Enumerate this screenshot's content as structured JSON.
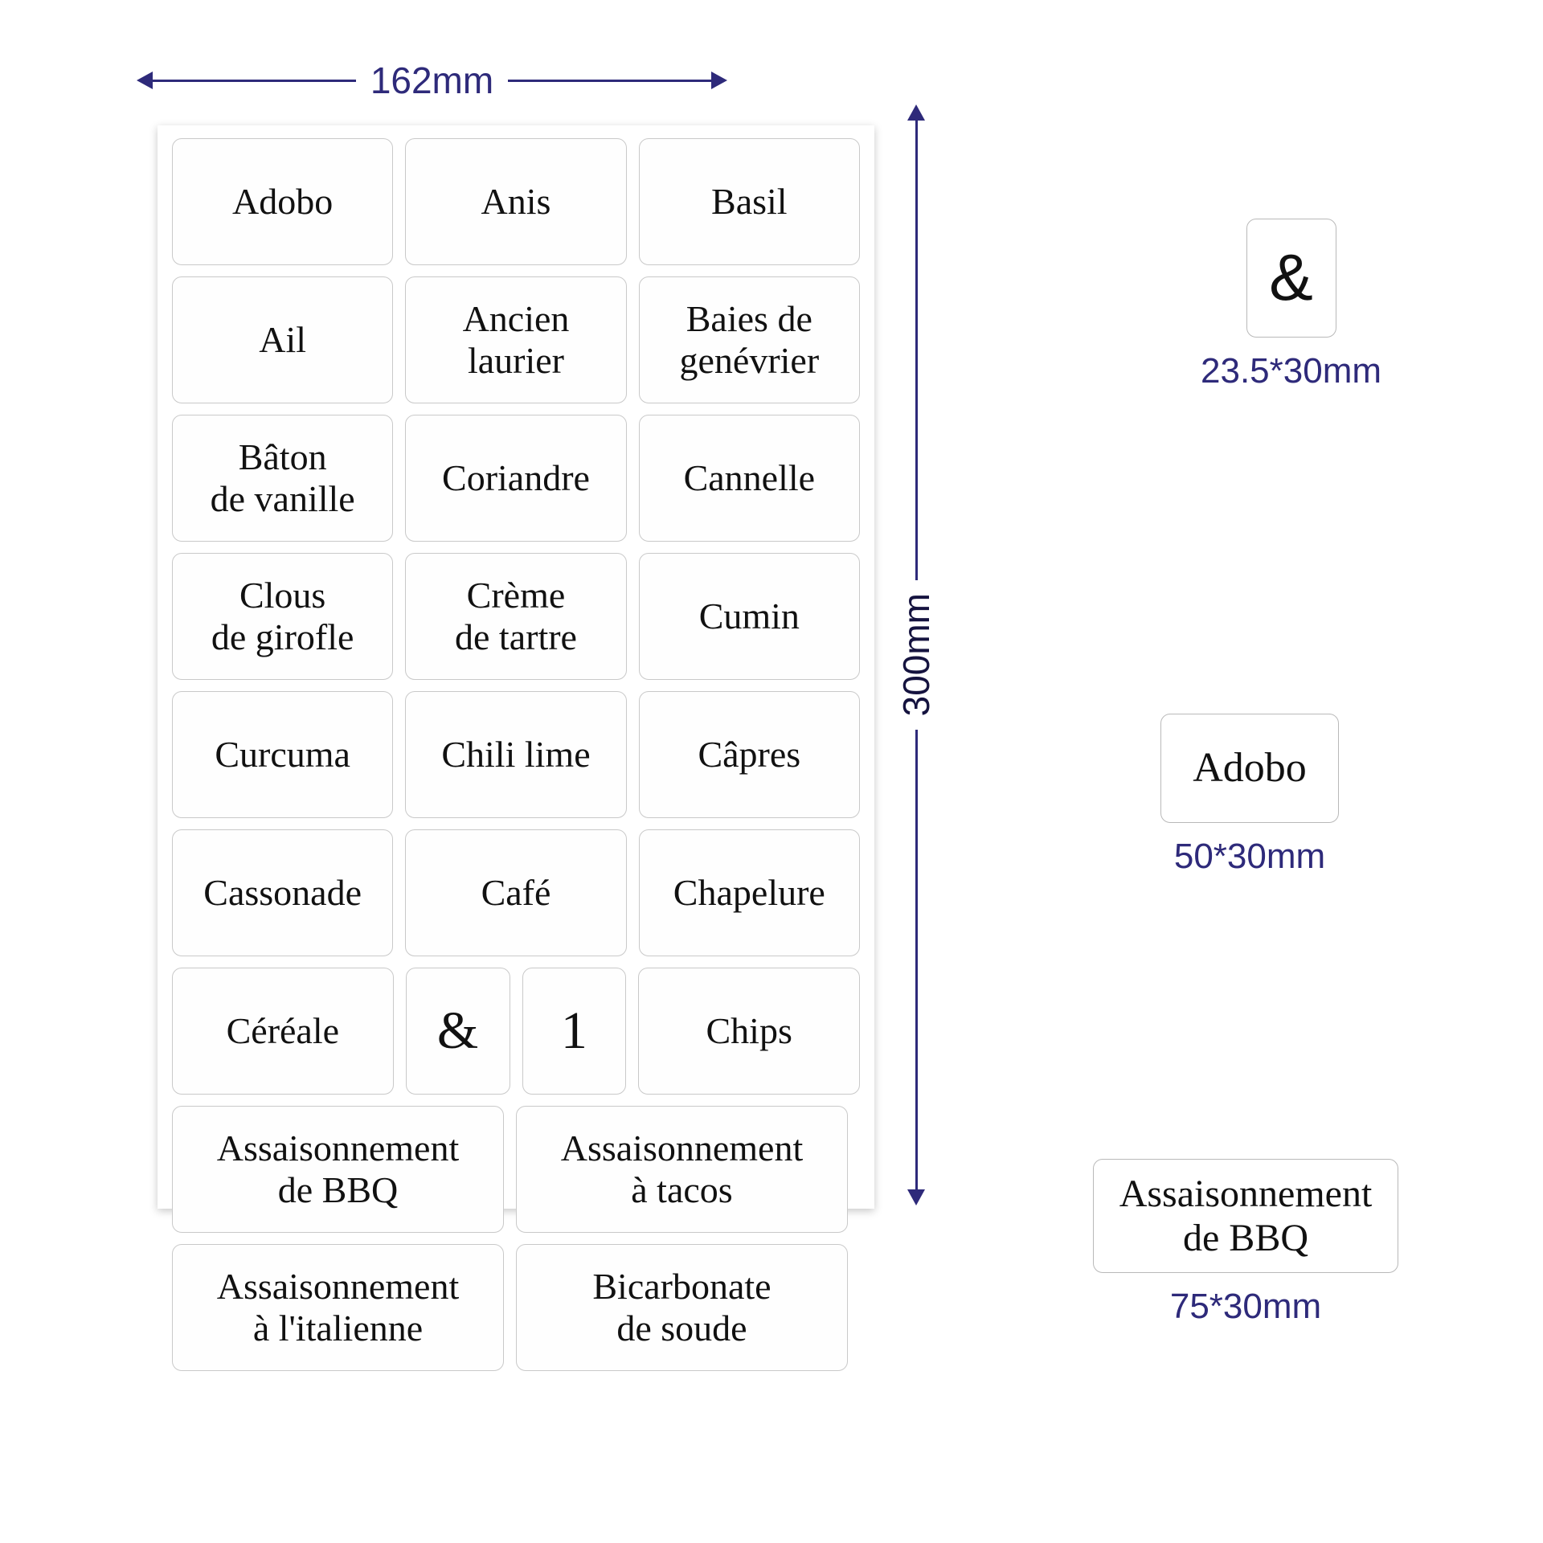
{
  "dimensions": {
    "sheet_width_label": "162mm",
    "sheet_height_label": "300mm",
    "accent_color": "#2e2a7a",
    "label_border_color": "#c9c9c9",
    "text_color": "#111111"
  },
  "sheet": {
    "rows": [
      {
        "type": "w50",
        "cells": [
          {
            "text": "Adobo",
            "size": "w50"
          },
          {
            "text": "Anis",
            "size": "w50"
          },
          {
            "text": "Basil",
            "size": "w50"
          }
        ]
      },
      {
        "type": "w50",
        "cells": [
          {
            "text": "Ail",
            "size": "w50"
          },
          {
            "text": "Ancien\nlaurier",
            "size": "w50"
          },
          {
            "text": "Baies de\ngenévrier",
            "size": "w50"
          }
        ]
      },
      {
        "type": "w50",
        "cells": [
          {
            "text": "Bâton\nde vanille",
            "size": "w50"
          },
          {
            "text": "Coriandre",
            "size": "w50"
          },
          {
            "text": "Cannelle",
            "size": "w50"
          }
        ]
      },
      {
        "type": "w50",
        "cells": [
          {
            "text": "Clous\nde girofle",
            "size": "w50"
          },
          {
            "text": "Crème\nde tartre",
            "size": "w50"
          },
          {
            "text": "Cumin",
            "size": "w50"
          }
        ]
      },
      {
        "type": "w50",
        "cells": [
          {
            "text": "Curcuma",
            "size": "w50"
          },
          {
            "text": "Chili lime",
            "size": "w50"
          },
          {
            "text": "Câpres",
            "size": "w50"
          }
        ]
      },
      {
        "type": "w50",
        "cells": [
          {
            "text": "Cassonade",
            "size": "w50"
          },
          {
            "text": "Café",
            "size": "w50"
          },
          {
            "text": "Chapelure",
            "size": "w50"
          }
        ]
      },
      {
        "type": "mixed",
        "cells": [
          {
            "text": "Céréale",
            "size": "w50"
          },
          {
            "text": "&",
            "size": "w235",
            "glyph": true
          },
          {
            "text": "1",
            "size": "w235",
            "glyph": true
          },
          {
            "text": "Chips",
            "size": "w50"
          }
        ]
      },
      {
        "type": "w75",
        "cells": [
          {
            "text": "Assaisonnement\nde BBQ",
            "size": "w75"
          },
          {
            "text": "Assaisonnement\nà tacos",
            "size": "w75"
          }
        ]
      },
      {
        "type": "w75",
        "cells": [
          {
            "text": "Assaisonnement\nà l'italienne",
            "size": "w75"
          },
          {
            "text": "Bicarbonate\nde soude",
            "size": "w75"
          }
        ]
      }
    ]
  },
  "samples": [
    {
      "id": "amp",
      "text": "&",
      "caption": "23.5*30mm"
    },
    {
      "id": "adobo",
      "text": "Adobo",
      "caption": "50*30mm"
    },
    {
      "id": "bbq",
      "text": "Assaisonnement\nde BBQ",
      "caption": "75*30mm"
    }
  ]
}
